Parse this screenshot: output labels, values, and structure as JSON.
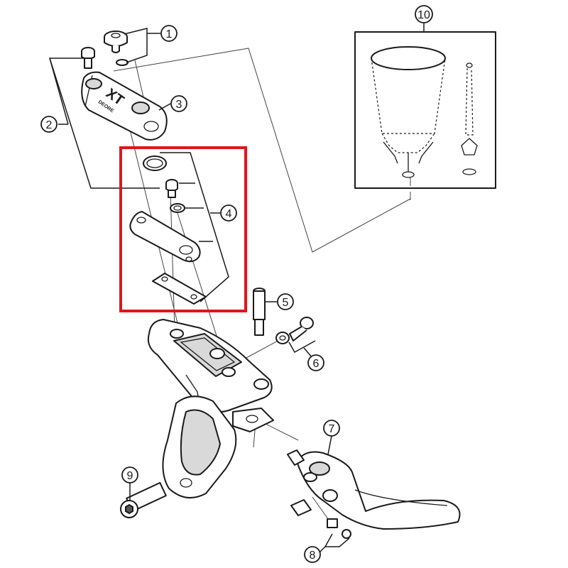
{
  "callouts": [
    {
      "id": "1",
      "label": "1"
    },
    {
      "id": "2",
      "label": "2"
    },
    {
      "id": "3",
      "label": "3"
    },
    {
      "id": "4",
      "label": "4"
    },
    {
      "id": "5",
      "label": "5"
    },
    {
      "id": "6",
      "label": "6"
    },
    {
      "id": "7",
      "label": "7"
    },
    {
      "id": "8",
      "label": "8"
    },
    {
      "id": "9",
      "label": "9"
    },
    {
      "id": "10",
      "label": "10"
    }
  ],
  "brand": {
    "series": "XT",
    "model": "DEORE"
  },
  "colors": {
    "highlight": "#e0161c",
    "line": "#1a1a1a",
    "fill": "#ffffff",
    "shade": "#d9d9d9"
  }
}
